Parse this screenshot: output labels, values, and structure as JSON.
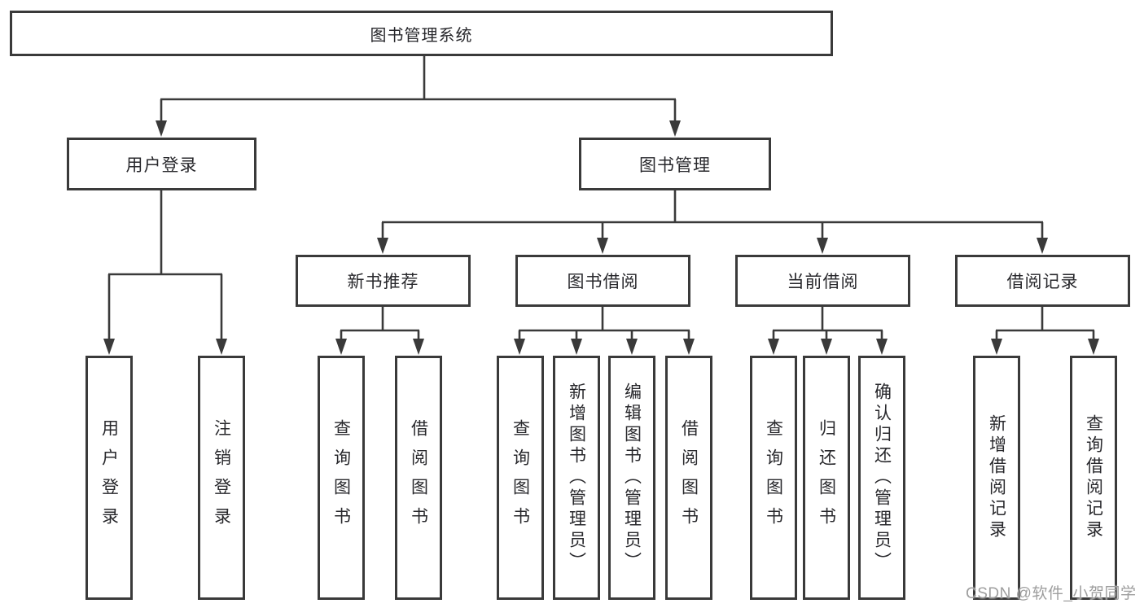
{
  "diagram_type": "hierarchy-tree",
  "tree": {
    "root": {
      "label": "图书管理系统",
      "children": [
        {
          "label": "用户登录",
          "children": [
            {
              "label": "用户登录"
            },
            {
              "label": "注销登录"
            }
          ]
        },
        {
          "label": "图书管理",
          "children": [
            {
              "label": "新书推荐",
              "children": [
                {
                  "label": "查询图书"
                },
                {
                  "label": "借阅图书"
                }
              ]
            },
            {
              "label": "图书借阅",
              "children": [
                {
                  "label": "查询图书"
                },
                {
                  "label": "新增图书（管理员）"
                },
                {
                  "label": "编辑图书（管理员）"
                },
                {
                  "label": "借阅图书"
                }
              ]
            },
            {
              "label": "当前借阅",
              "children": [
                {
                  "label": "查询图书"
                },
                {
                  "label": "归还图书"
                },
                {
                  "label": "确认归还（管理员）"
                }
              ]
            },
            {
              "label": "借阅记录",
              "children": [
                {
                  "label": "新增借阅记录"
                },
                {
                  "label": "查询借阅记录"
                }
              ]
            }
          ]
        }
      ]
    }
  },
  "watermark": "CSDN @软件_小贺同学",
  "colors": {
    "line": "#3a3a3a",
    "box_border": "#3a3a3a",
    "text": "#28282c",
    "watermark": "#9e9e9e",
    "background": "#ffffff"
  }
}
